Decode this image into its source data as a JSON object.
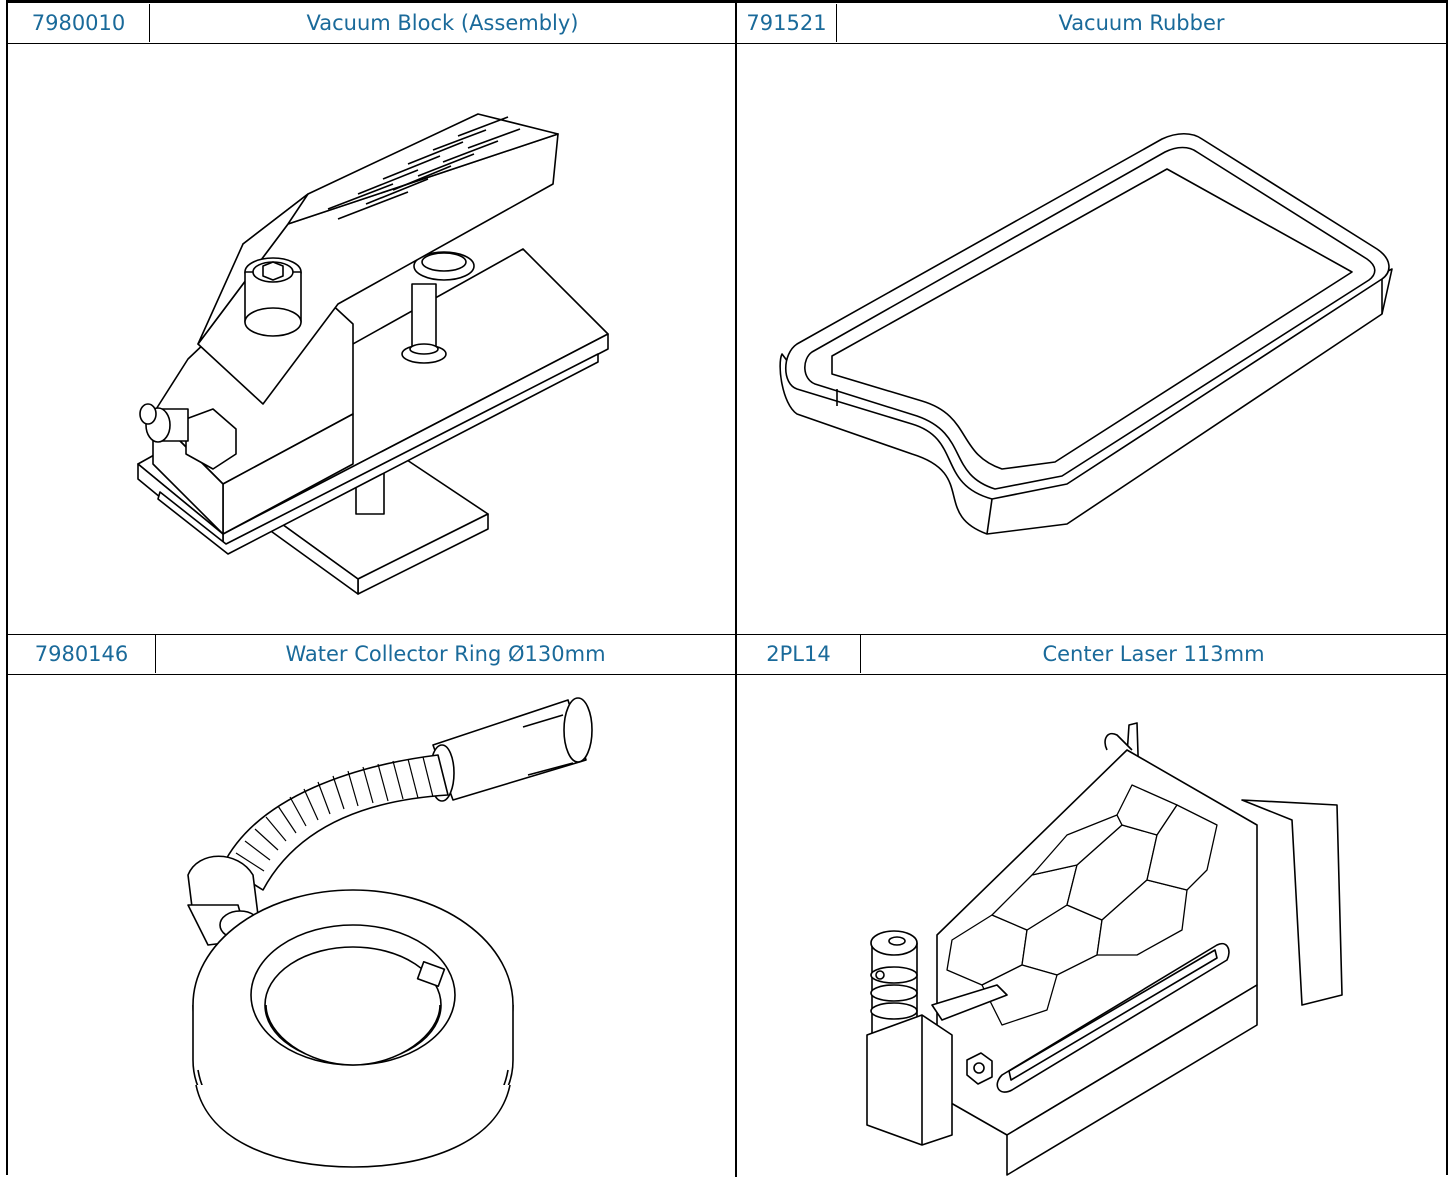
{
  "parts": [
    {
      "part_number": "7980010",
      "description": "Vacuum Block (Assembly)"
    },
    {
      "part_number": "791521",
      "description": "Vacuum Rubber"
    },
    {
      "part_number": "7980146",
      "description": "Water Collector Ring Ø130mm"
    },
    {
      "part_number": "2PL14",
      "description": "Center Laser 113mm"
    }
  ],
  "colors": {
    "label_text": "#1a6a9a",
    "grid": "#000000",
    "line_art": "#000000"
  }
}
